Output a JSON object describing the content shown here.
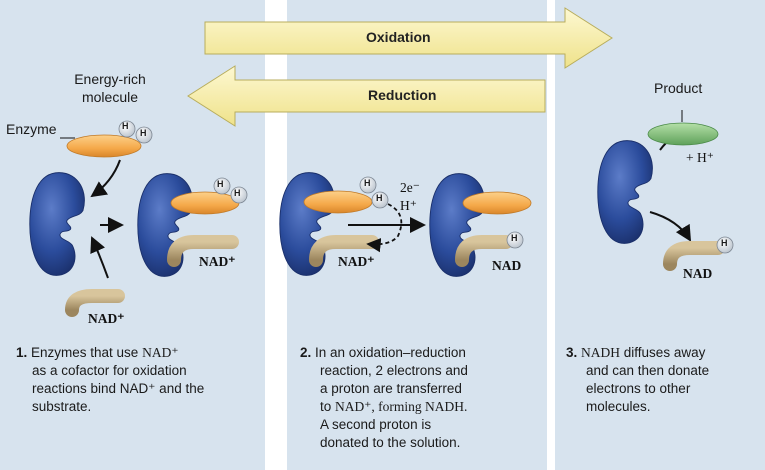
{
  "arrows": {
    "oxidation": "Oxidation",
    "reduction": "Reduction"
  },
  "panel1": {
    "energy_rich_line1": "Energy-rich",
    "energy_rich_line2": "molecule",
    "enzyme": "Enzyme",
    "nad_plus_1": "NAD⁺",
    "nad_plus_2": "NAD⁺",
    "h1": "H",
    "h2": "H",
    "h3": "H",
    "h4": "H",
    "caption": {
      "num": "1.",
      "l1_a": " Enzymes that use ",
      "l1_b": "NAD⁺",
      "l2": "as a cofactor for oxidation",
      "l3": "reactions bind NAD⁺ and the",
      "l4": "substrate."
    }
  },
  "panel2": {
    "nad_plus": "NAD⁺",
    "nad": "NAD",
    "electrons": "2e⁻",
    "hplus": "H⁺",
    "h1": "H",
    "h2": "H",
    "h3": "H",
    "caption": {
      "num": "2.",
      "l1": " In an oxidation–reduction",
      "l2": "reaction, 2 electrons and",
      "l3": "a proton are transferred",
      "l4_a": "to ",
      "l4_b": "NAD⁺, forming NADH.",
      "l5": "A second proton is",
      "l6": "donated to the solution."
    }
  },
  "panel3": {
    "product": "Product",
    "hplus": "+ H⁺",
    "nad": "NAD",
    "h1": "H",
    "caption": {
      "num": "3.",
      "l1_a": " ",
      "l1_b": "NADH",
      "l1_c": " diffuses away",
      "l2": "and can then donate",
      "l3": "electrons to other",
      "l4": "molecules."
    }
  },
  "colors": {
    "panel_bg": "#d7e3ee",
    "enzyme_blue": "#2b4c9c",
    "substrate_orange": "#f5a94a",
    "nad_tan": "#b8a27a",
    "product_green": "#7fbf7a",
    "arrow_yellow": "#f9f2b0"
  }
}
